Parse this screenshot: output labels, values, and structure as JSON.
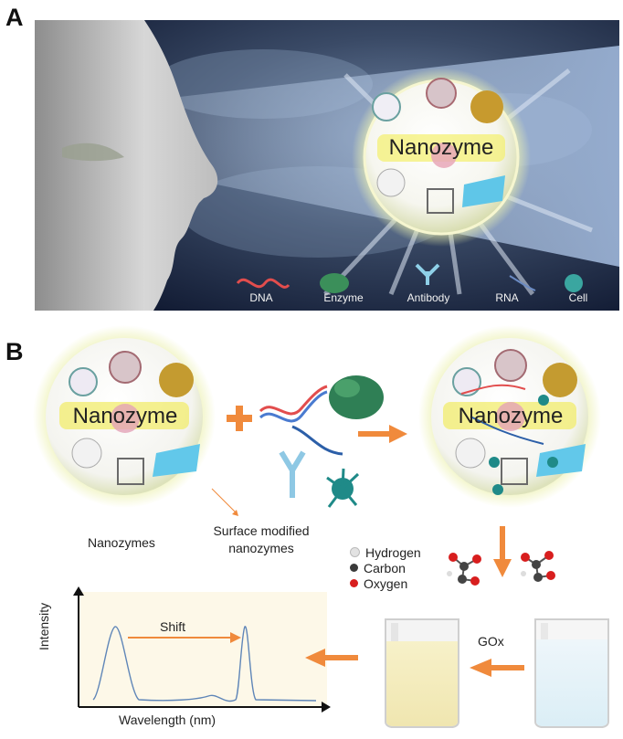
{
  "panels": {
    "a": "A",
    "b": "B"
  },
  "nanozyme_label": "Nanozyme",
  "panel_a_labels": [
    "DNA",
    "Enzyme",
    "Antibody",
    "RNA",
    "Cell"
  ],
  "panel_b": {
    "nanozymes_label": "Nanozymes",
    "surface_modified_line1": "Surface modified",
    "surface_modified_line2": "nanozymes",
    "legend": [
      {
        "label": "Hydrogen",
        "color": "#dcdcdc"
      },
      {
        "label": "Carbon",
        "color": "#3a3a3a"
      },
      {
        "label": "Oxygen",
        "color": "#d81e1e"
      }
    ],
    "gox_label": "GOx",
    "shift_label": "Shift",
    "y_axis_label": "Intensity",
    "x_axis_label": "Wavelength (nm)"
  },
  "colors": {
    "arrow": "#f08a3c",
    "spectrum": "#5f86b8",
    "glow": "#e6efa8"
  }
}
